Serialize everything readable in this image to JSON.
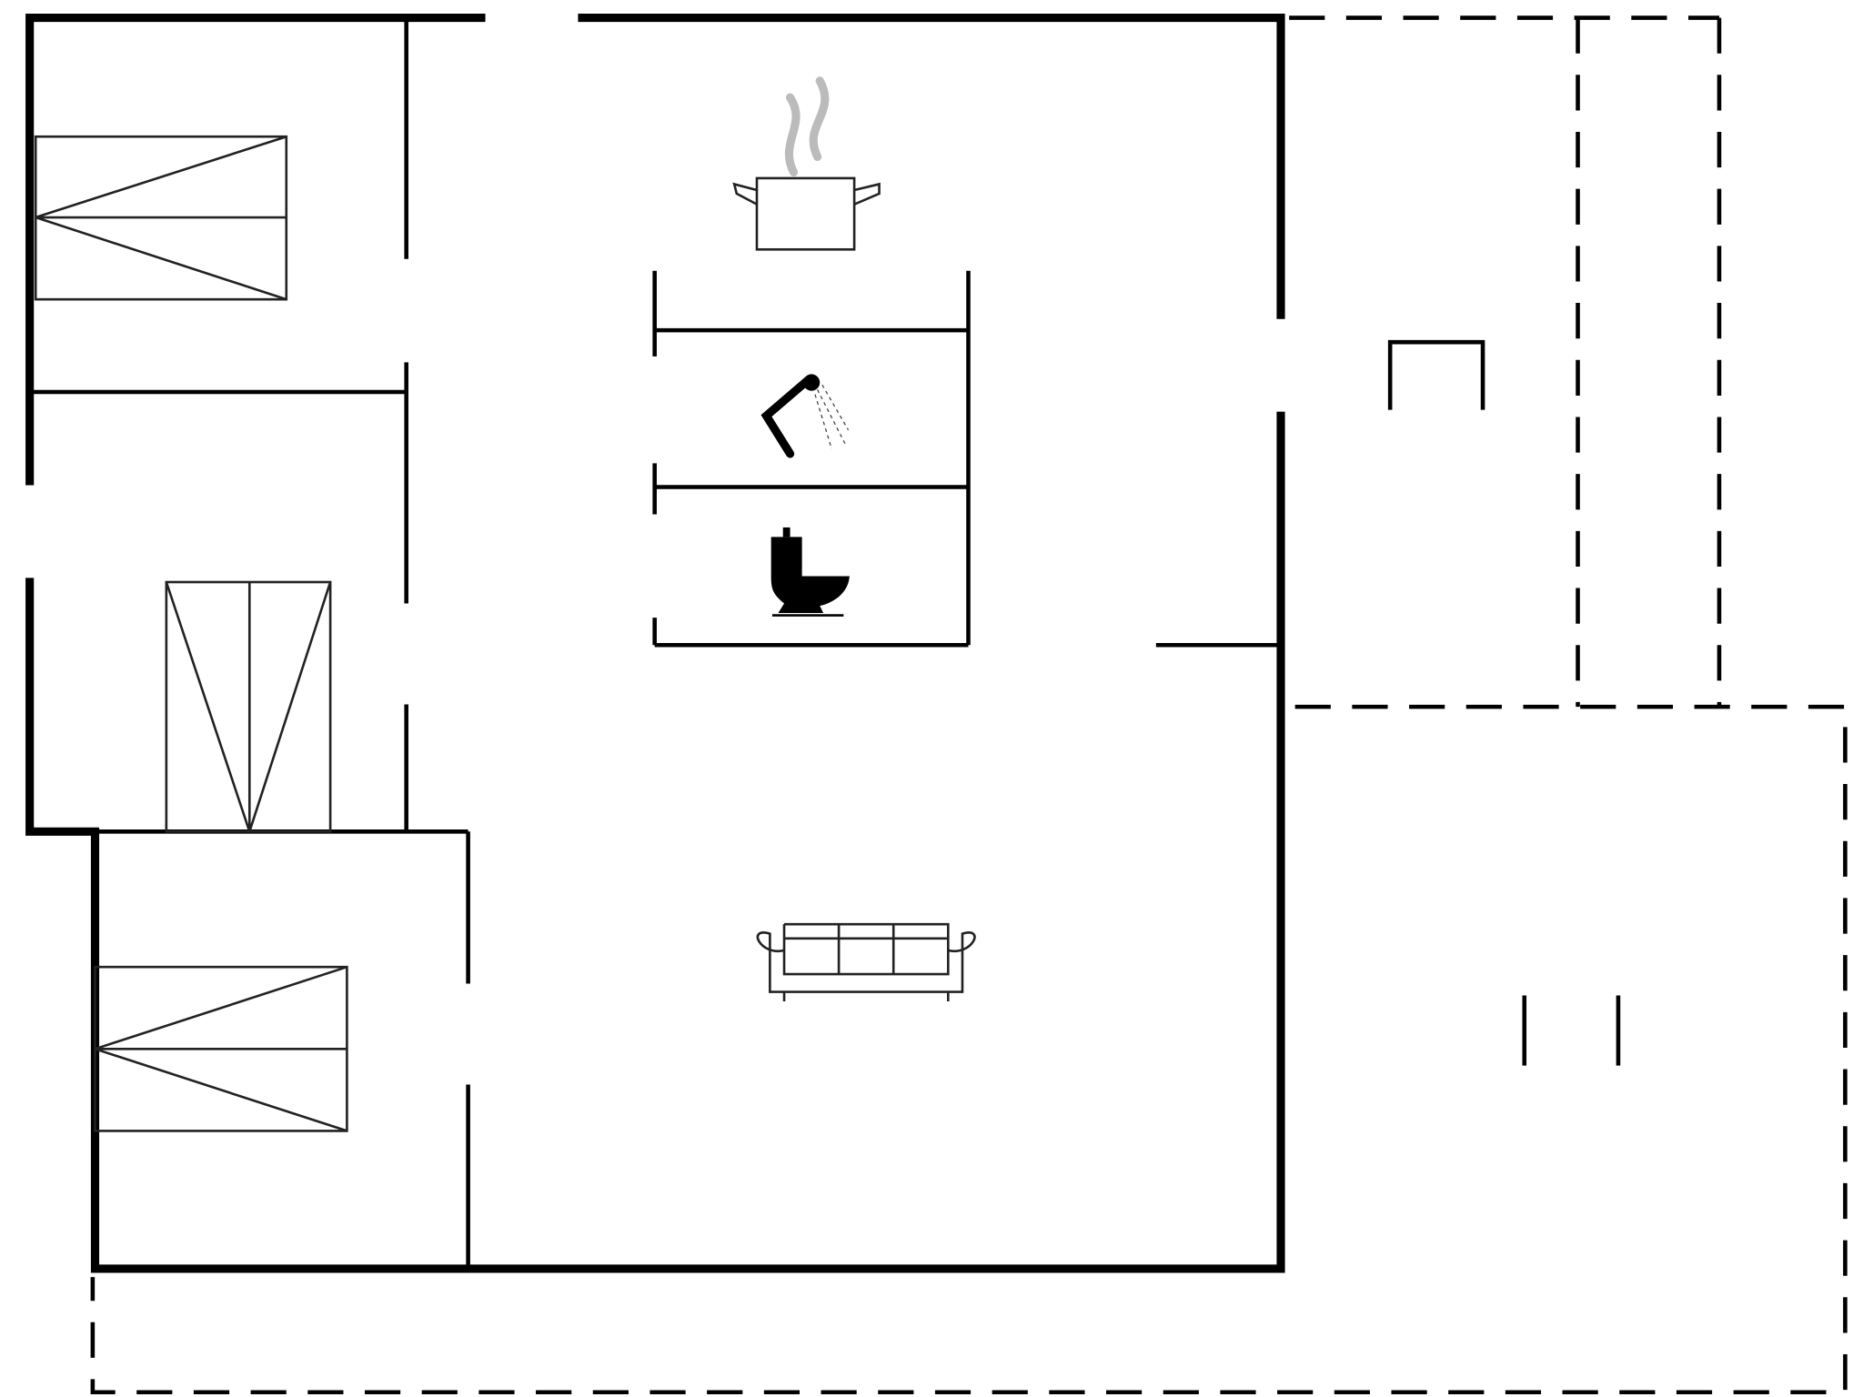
{
  "plan": {
    "colors": {
      "wall": "#000000",
      "background": "#ffffff",
      "steam": "#bbbbbb"
    },
    "rooms": [
      {
        "id": "bedroom-1",
        "icon": "double-bed-icon"
      },
      {
        "id": "bedroom-2",
        "icon": "double-bed-icon"
      },
      {
        "id": "bedroom-3",
        "icon": "double-bed-icon"
      },
      {
        "id": "kitchen",
        "icon": "cooking-pot-icon"
      },
      {
        "id": "bathroom-shower",
        "icon": "shower-icon"
      },
      {
        "id": "bathroom-toilet",
        "icon": "toilet-icon"
      },
      {
        "id": "living-room",
        "icon": "sofa-icon"
      },
      {
        "id": "terrace",
        "icon": "none"
      }
    ]
  }
}
